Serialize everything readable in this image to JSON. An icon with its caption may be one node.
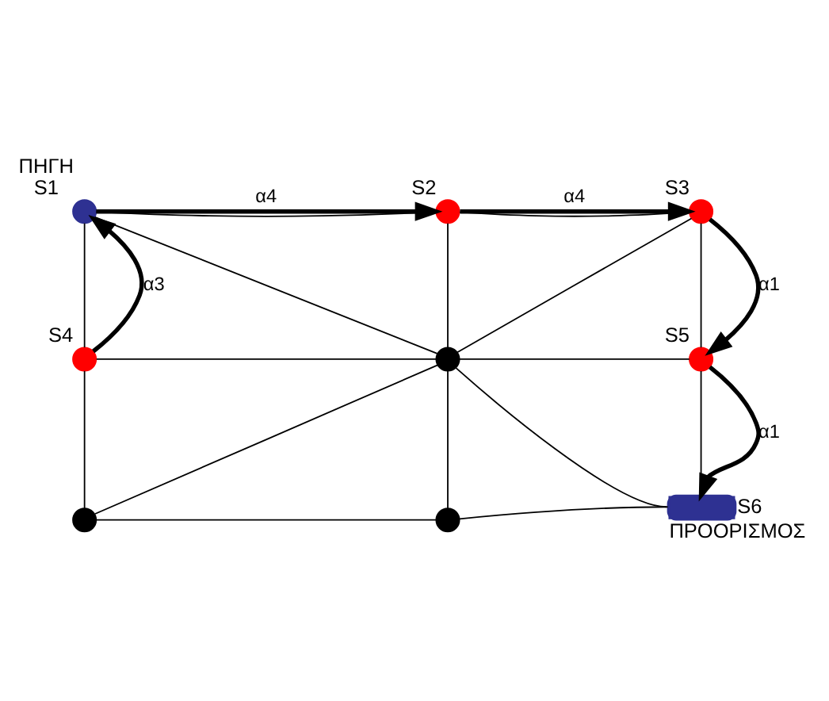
{
  "diagram": {
    "nodes": [
      {
        "text": [
          "S1"
        ],
        "beside": [
          "ΠΗΓΗ"
        ]
      },
      {
        "text": [
          "S2"
        ]
      },
      {
        "text": [
          "S3"
        ]
      },
      {
        "text": [
          "S4"
        ]
      },
      {
        "text": [],
        "shape": "circle"
      },
      {
        "text": [
          "S5"
        ]
      },
      {
        "text": [],
        "shape": "circle"
      },
      {
        "text": [],
        "shape": "circle"
      },
      {
        "text": [
          "S6"
        ],
        "beside": [
          "ΠΡΟΟΡΙΣΜΟΣ"
        ]
      }
    ],
    "edges": [
      {
        "from": 0,
        "to": 1,
        "arrow": "none"
      },
      {
        "from": 1,
        "to": 2,
        "arrow": "none"
      },
      {
        "from": 0,
        "to": 3,
        "arrow": "none"
      },
      {
        "from": 0,
        "to": 4,
        "arrow": "none"
      },
      {
        "from": 1,
        "to": 4,
        "arrow": "none"
      },
      {
        "from": 2,
        "to": 4,
        "arrow": "none"
      },
      {
        "from": 2,
        "to": 5,
        "arrow": "none"
      },
      {
        "from": 3,
        "to": 4,
        "arrow": "none"
      },
      {
        "from": 4,
        "to": 5,
        "arrow": "none"
      },
      {
        "from": 3,
        "to": 6,
        "arrow": "none"
      },
      {
        "from": 6,
        "to": 4,
        "arrow": "none"
      },
      {
        "from": 4,
        "to": 7,
        "arrow": "none"
      },
      {
        "from": 4,
        "to": 8,
        "arrow": "none"
      },
      {
        "from": 5,
        "to": 8,
        "arrow": "none"
      },
      {
        "from": 6,
        "to": 7,
        "arrow": "none"
      },
      {
        "from": 7,
        "to": 8,
        "arrow": "none"
      },
      {
        "from": 0,
        "to": 1,
        "arrow": "to",
        "label": "α4",
        "style": "thick"
      },
      {
        "from": 1,
        "to": 2,
        "arrow": "to",
        "label": "α4",
        "style": "thick"
      },
      {
        "from": 3,
        "to": 0,
        "arrow": "to",
        "label": "α3",
        "style": "thick"
      },
      {
        "from": 2,
        "to": 5,
        "arrow": "to",
        "label": "α1",
        "style": "thick"
      },
      {
        "from": 5,
        "to": 8,
        "arrow": "to",
        "label": "α1",
        "style": "thick"
      }
    ]
  }
}
